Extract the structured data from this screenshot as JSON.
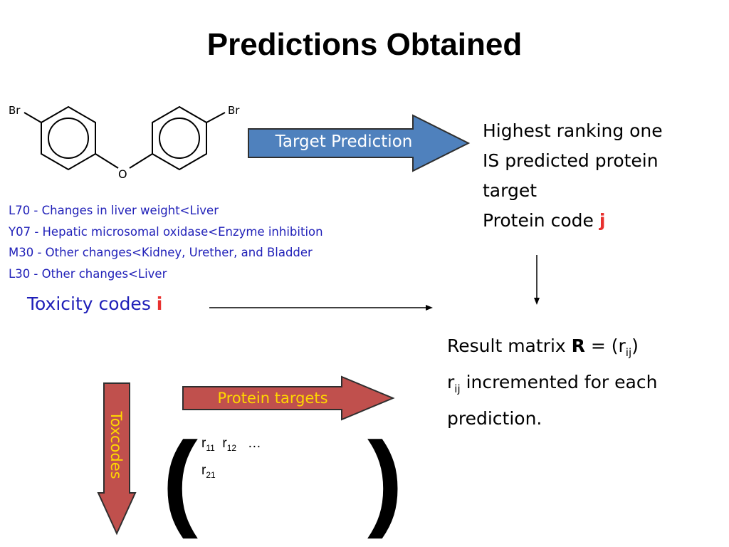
{
  "title": "Predictions Obtained",
  "molecule": {
    "left_label": "Br",
    "right_label": "Br",
    "bridge_label": "O"
  },
  "target_prediction_label": "Target Prediction",
  "toxicity_list": [
    "L70 - Changes in liver weight<Liver",
    "Y07 - Hepatic microsomal oxidase<Enzyme inhibition",
    "M30 - Other changes<Kidney, Urether, and Bladder",
    "L30 - Other changes<Liver"
  ],
  "toxicity_codes": {
    "text": "Toxicity codes ",
    "index": "i"
  },
  "highest": {
    "line1": "Highest ranking one",
    "line2": "IS predicted protein",
    "line3": "target",
    "line4_text": "Protein code ",
    "line4_index": "j"
  },
  "result": {
    "prefix": "Result matrix ",
    "symbol": "R",
    "eq": " = (r",
    "sub": "ij",
    "close": ")",
    "line2_r": "r",
    "line2_sub": "ij",
    "line2_text": " incremented for each",
    "line3": "prediction."
  },
  "protein_targets_label": "Protein targets",
  "toxcodes_label": "Toxcodes",
  "matrix": {
    "r": "r",
    "sub11": "11",
    "sub12": "12",
    "sub21": "21",
    "ellipsis": "…",
    "open_paren": "(",
    "close_paren": ")"
  },
  "colors": {
    "blue_arrow": "#4f81bd",
    "red_arrow": "#c0504d",
    "arrow_outline": "#2f2f2f",
    "list_text": "#1f1fb8",
    "index_red": "#e8312f",
    "toxcodes_text": "#ffd700"
  }
}
